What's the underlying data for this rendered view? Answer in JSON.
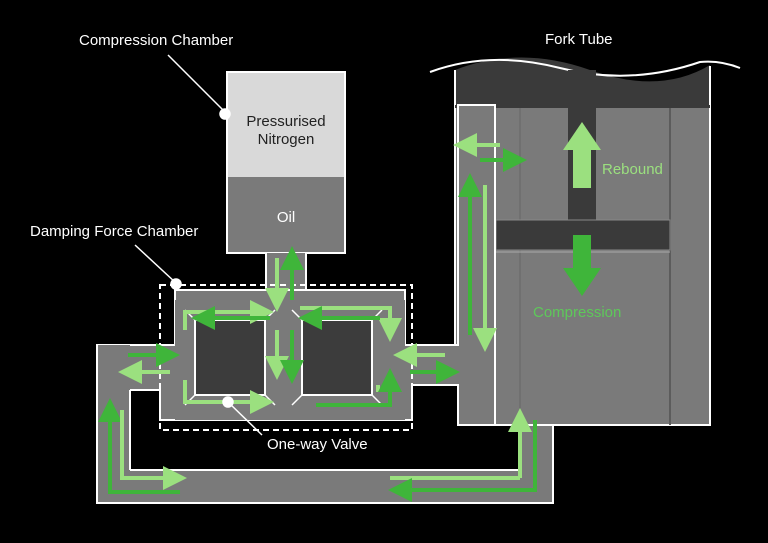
{
  "labels": {
    "compression_chamber": "Compression Chamber",
    "fork_tube": "Fork Tube",
    "pressurised": "Pressurised",
    "nitrogen": "Nitrogen",
    "oil": "Oil",
    "rebound": "Rebound",
    "damping_force_chamber": "Damping Force Chamber",
    "compression": "Compression",
    "one_way_valve": "One-way Valve"
  },
  "colors": {
    "background": "#000000",
    "oil": "#7a7a7a",
    "oil_dark": "#5c5c5c",
    "nitrogen": "#d9d9d9",
    "piston": "#3a3a3a",
    "valve_block": "#3c3c3c",
    "arrow_light": "#9be07f",
    "arrow_dark": "#3fb53a",
    "label_green": "#5ec85a",
    "label_white": "#ffffff"
  },
  "icons": [
    "arrow-icon",
    "leader-dot-icon"
  ]
}
